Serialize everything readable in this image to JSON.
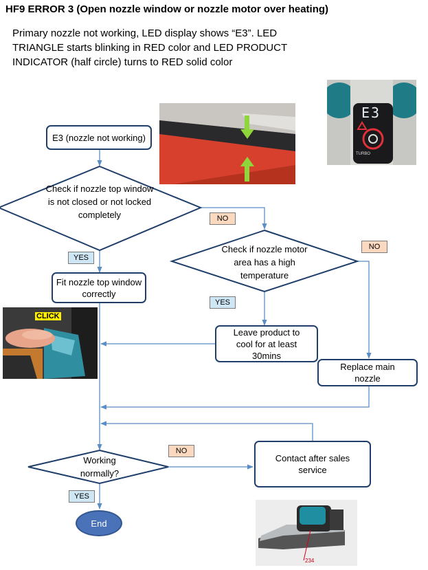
{
  "header": {
    "title": "HF9 ERROR 3 (Open nozzle window or nozzle motor over heating)",
    "description": "Primary nozzle not working, LED display shows “E3”. LED TRIANGLE starts blinking in RED color and LED PRODUCT INDICATOR (half circle) turns to RED solid color"
  },
  "flow": {
    "start": "E3 (nozzle not working)",
    "decision_window": "Check if nozzle top window is not closed or not locked completely",
    "decision_motor": "Check if nozzle motor area has a high temperature",
    "fit_window": "Fit nozzle top window correctly",
    "cool_down": "Leave product to cool for at least 30mins",
    "replace_nozzle": "Replace  main nozzle",
    "decision_working": "Working normally?",
    "contact": "Contact after sales service",
    "end": "End",
    "yes_label": "YES",
    "no_label": "NO"
  },
  "photos": {
    "click_label": "CLICK",
    "part_number": "234",
    "display_digits": "E3",
    "turbo_label": "TURBO"
  },
  "colors": {
    "border": "#1f3f6a",
    "arrow": "#5b8ec5",
    "yes_tag": "#cfe6f5",
    "no_tag": "#fbd9c0",
    "end_node": "#4a72b8"
  }
}
